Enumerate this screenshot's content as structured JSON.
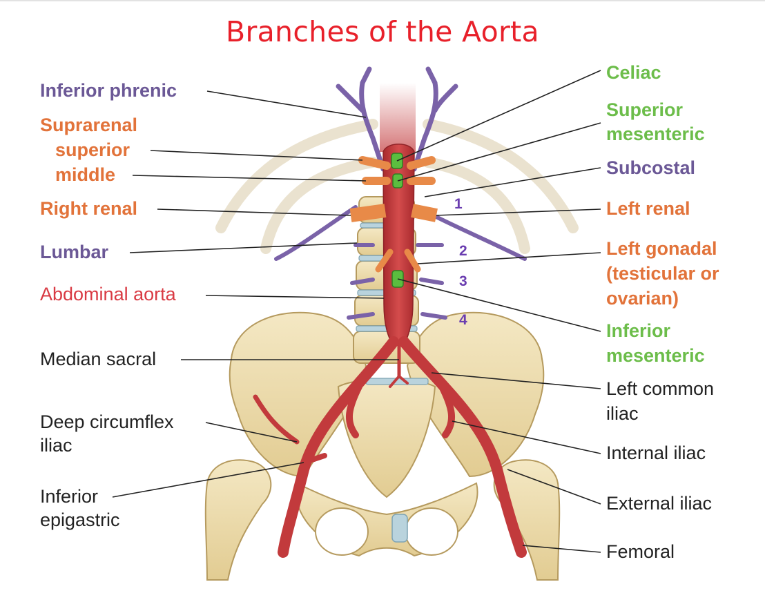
{
  "title": "Branches of the Aorta",
  "left_labels": {
    "inferior_phrenic": "Inferior phrenic",
    "suprarenal": "Suprarenal",
    "suprarenal_superior": "superior",
    "suprarenal_middle": "middle",
    "right_renal": "Right renal",
    "lumbar": "Lumbar",
    "abdominal_aorta": "Abdominal aorta",
    "median_sacral": "Median sacral",
    "deep_circumflex_1": "Deep circumflex",
    "deep_circumflex_2": "iliac",
    "inferior_epigastric_1": "Inferior",
    "inferior_epigastric_2": "epigastric"
  },
  "right_labels": {
    "celiac": "Celiac",
    "superior_mesenteric_1": "Superior",
    "superior_mesenteric_2": "mesenteric",
    "subcostal": "Subcostal",
    "left_renal": "Left renal",
    "left_gonadal_1": "Left gonadal",
    "left_gonadal_2": "(testicular or",
    "left_gonadal_3": "ovarian)",
    "inferior_mesenteric_1": "Inferior",
    "inferior_mesenteric_2": "mesenteric",
    "left_common_iliac_1": "Left common",
    "left_common_iliac_2": "iliac",
    "internal_iliac": "Internal iliac",
    "external_iliac": "External iliac",
    "femoral": "Femoral"
  },
  "vertebra_numbers": [
    "1",
    "2",
    "3",
    "4"
  ],
  "colors": {
    "title": "#e8202a",
    "purple_labels": "#6b5896",
    "orange_labels": "#e2733a",
    "green_labels": "#6cbd4a",
    "red_labels": "#d93a43",
    "bone": "#ecdcae",
    "artery": "#c23a3c",
    "vein_purple": "#7a62a8"
  }
}
